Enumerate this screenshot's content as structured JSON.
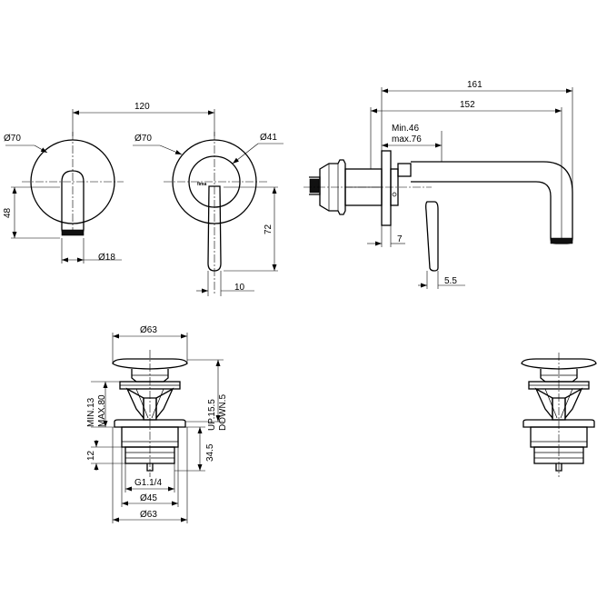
{
  "labels": {
    "d70_left": "Ø70",
    "w120": "120",
    "d70_right": "Ø70",
    "d41": "Ø41",
    "h48": "48",
    "d18": "Ø18",
    "h72": "72",
    "w10": "10",
    "brand": "fima",
    "w161": "161",
    "w152": "152",
    "min46": "Min.46",
    "max76": "max.76",
    "w7": "7",
    "w5_5": "5.5",
    "d63_top": "Ø63",
    "min13": "MIN.13",
    "max80": "MAX.80",
    "up15_5": "UP.15.5",
    "down5": "DOWN.5",
    "h34_5": "34.5",
    "h12": "12",
    "g114": "G1.1/4",
    "d45": "Ø45",
    "d63_bottom": "Ø63"
  }
}
